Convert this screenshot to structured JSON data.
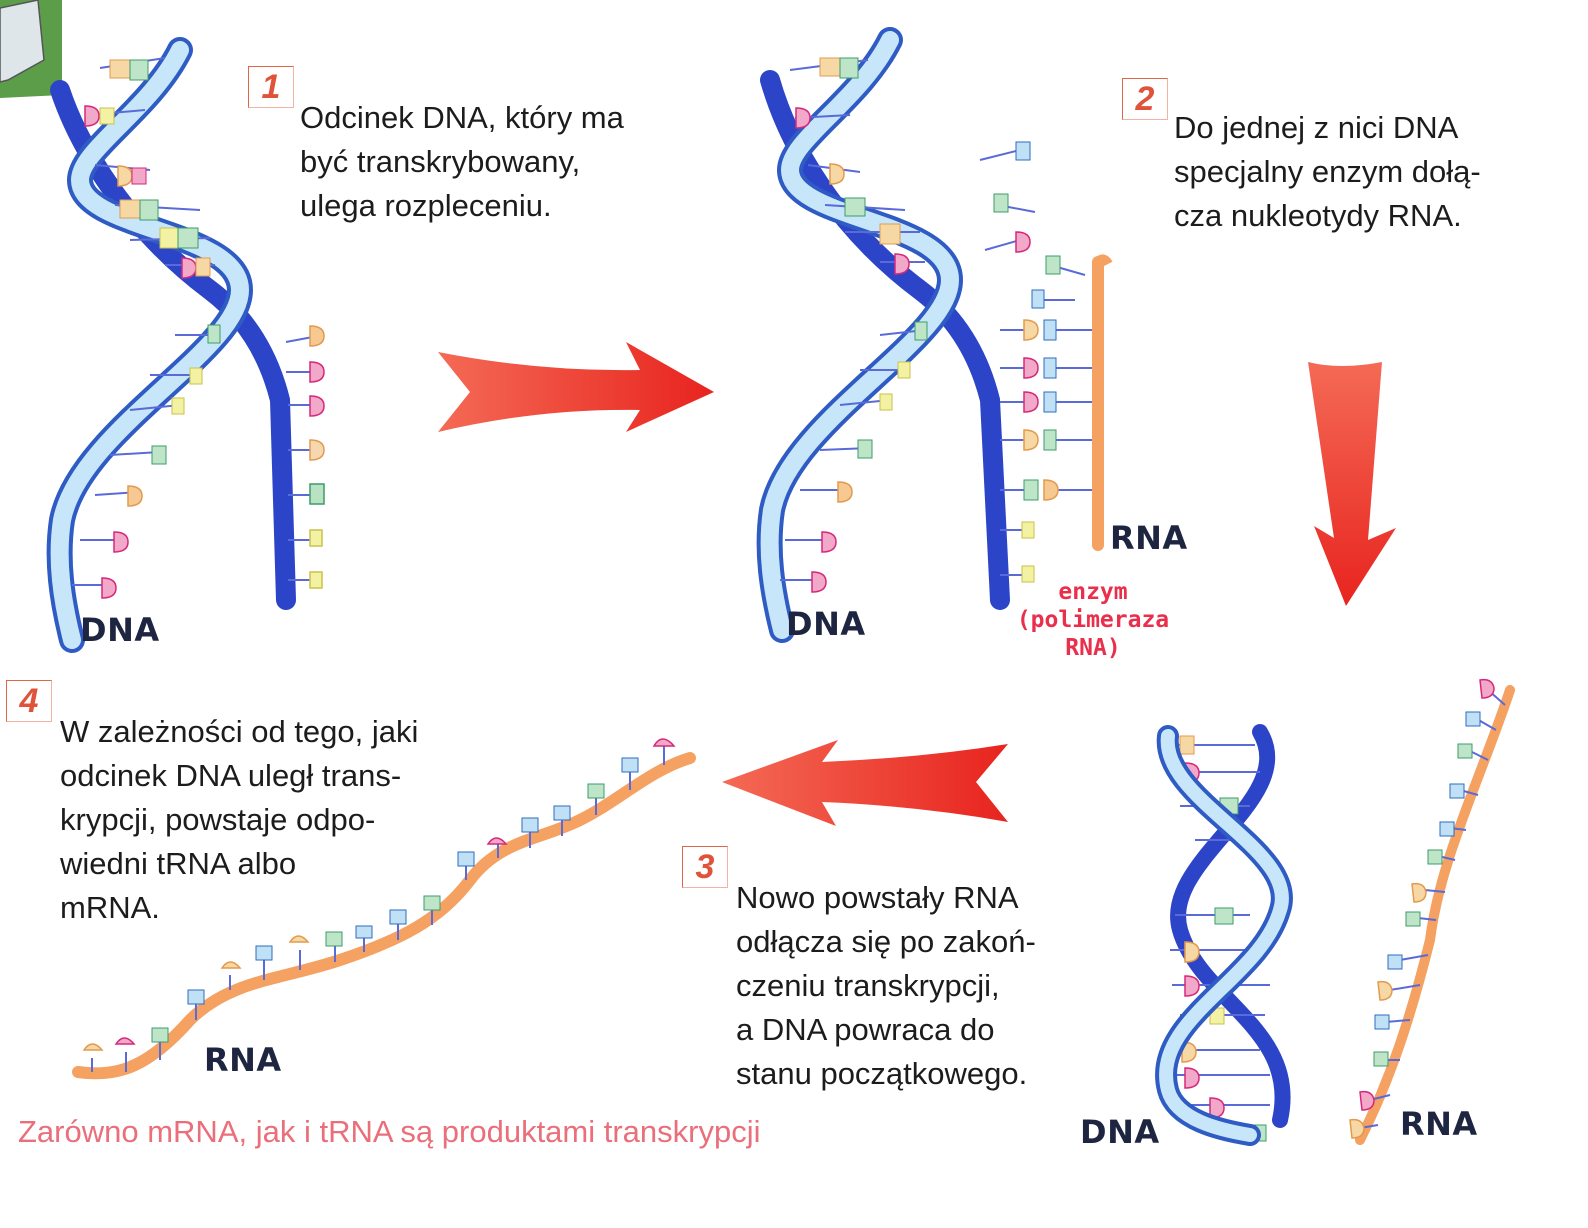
{
  "steps": [
    {
      "number": "1",
      "caption": "Odcinek DNA, który ma\nbyć transkrybowany,\nulega rozpleceniu."
    },
    {
      "number": "2",
      "caption": "Do jednej z nici DNA\nspecjalny enzym dołą-\ncza nukleotydy RNA."
    },
    {
      "number": "3",
      "caption": "Nowo powstały RNA\nodłącza się po zakoń-\nczeniu transkrypcji,\na DNA powraca do\nstanu początkowego."
    },
    {
      "number": "4",
      "caption": "W zależności od tego, jaki\nodcinek DNA uległ trans-\nkrypcji, powstaje odpo-\nwiedni tRNA albo\nmRNA."
    }
  ],
  "labels": {
    "dna_1": "DNA",
    "dna_2": "DNA",
    "rna_2": "RNA",
    "enzyme_line1": "enzym",
    "enzyme_line2": "(polimeraza RNA)",
    "dna_3": "DNA",
    "rna_3": "RNA",
    "rna_4": "RNA"
  },
  "footer": "Zarówno mRNA, jak i tRNA są produktami transkrypcji",
  "colors": {
    "helix_light": "#a8d4f2",
    "helix_dark": "#2c45c8",
    "rna_strand": "#f4a161",
    "arrow": "#ee3b2f",
    "step_number": "#e0533a",
    "enzyme_text": "#ea2f4d",
    "footer_text": "#ea6f7a",
    "corner_green": "#5c9d4a"
  }
}
